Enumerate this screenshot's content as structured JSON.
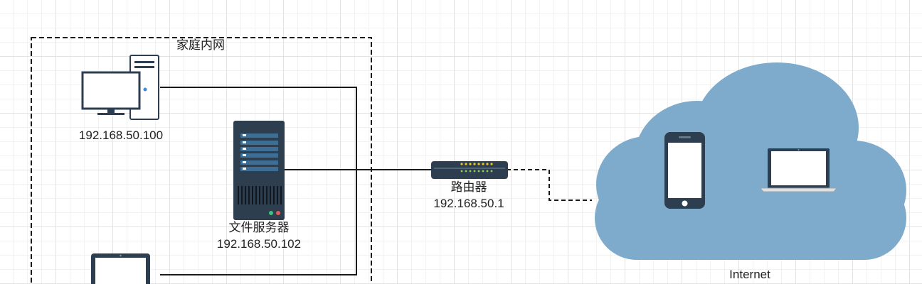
{
  "group": {
    "title": "家庭内网"
  },
  "nodes": {
    "desktop": {
      "ip": "192.168.50.100",
      "icon": "desktop-computer-icon"
    },
    "file_server": {
      "name": "文件服务器",
      "ip": "192.168.50.102",
      "icon": "server-icon"
    },
    "router": {
      "name": "路由器",
      "ip": "192.168.50.1",
      "icon": "router-icon"
    },
    "laptop": {
      "icon": "laptop-icon"
    },
    "cloud": {
      "name": "Internet",
      "icon": "cloud-icon",
      "color": "#7eabcb"
    },
    "phone": {
      "icon": "smartphone-icon"
    },
    "cloud_laptop": {
      "icon": "laptop-icon"
    }
  },
  "colors": {
    "cloud": "#7eabcb",
    "server_body": "#2d3e4e",
    "server_accent": "#3d6e96",
    "device_dark": "#2c3e50",
    "line": "#1a1a1a"
  }
}
